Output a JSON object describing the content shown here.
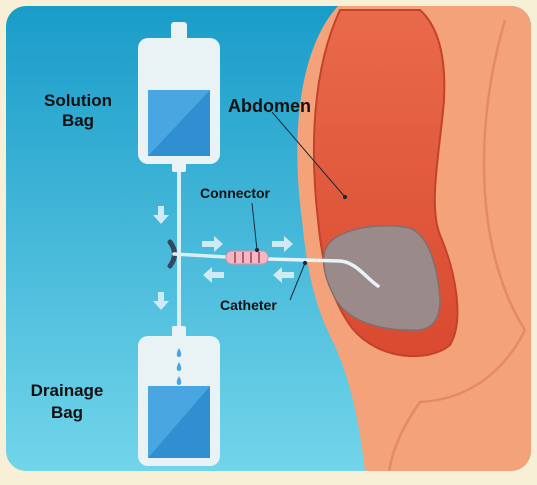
{
  "labels": {
    "solution_bag": [
      "Solution",
      "Bag"
    ],
    "abdomen": "Abdomen",
    "connector": "Connector",
    "catheter": "Catheter",
    "drainage_bag": [
      "Drainage",
      "Bag"
    ]
  },
  "colors": {
    "frame_background": "#f8f0d6",
    "panel_top": "#1a9cc9",
    "panel_bottom": "#6fd3ea",
    "body_skin": "#f4a27a",
    "body_outline": "#e58a63",
    "abdomen_inner": "#e0573b",
    "peritoneal_cavity": "#9a8a8a",
    "bag": "#e9f3f6",
    "bag_fluid": "#4aa6e0",
    "connector": "#f6b7c4",
    "tube": "#dbeef4",
    "arrow": "#cfeaf5",
    "text": "#111111"
  },
  "icons": {
    "flow_arrows": "arrow-icon",
    "droplets": "droplet-icon"
  }
}
